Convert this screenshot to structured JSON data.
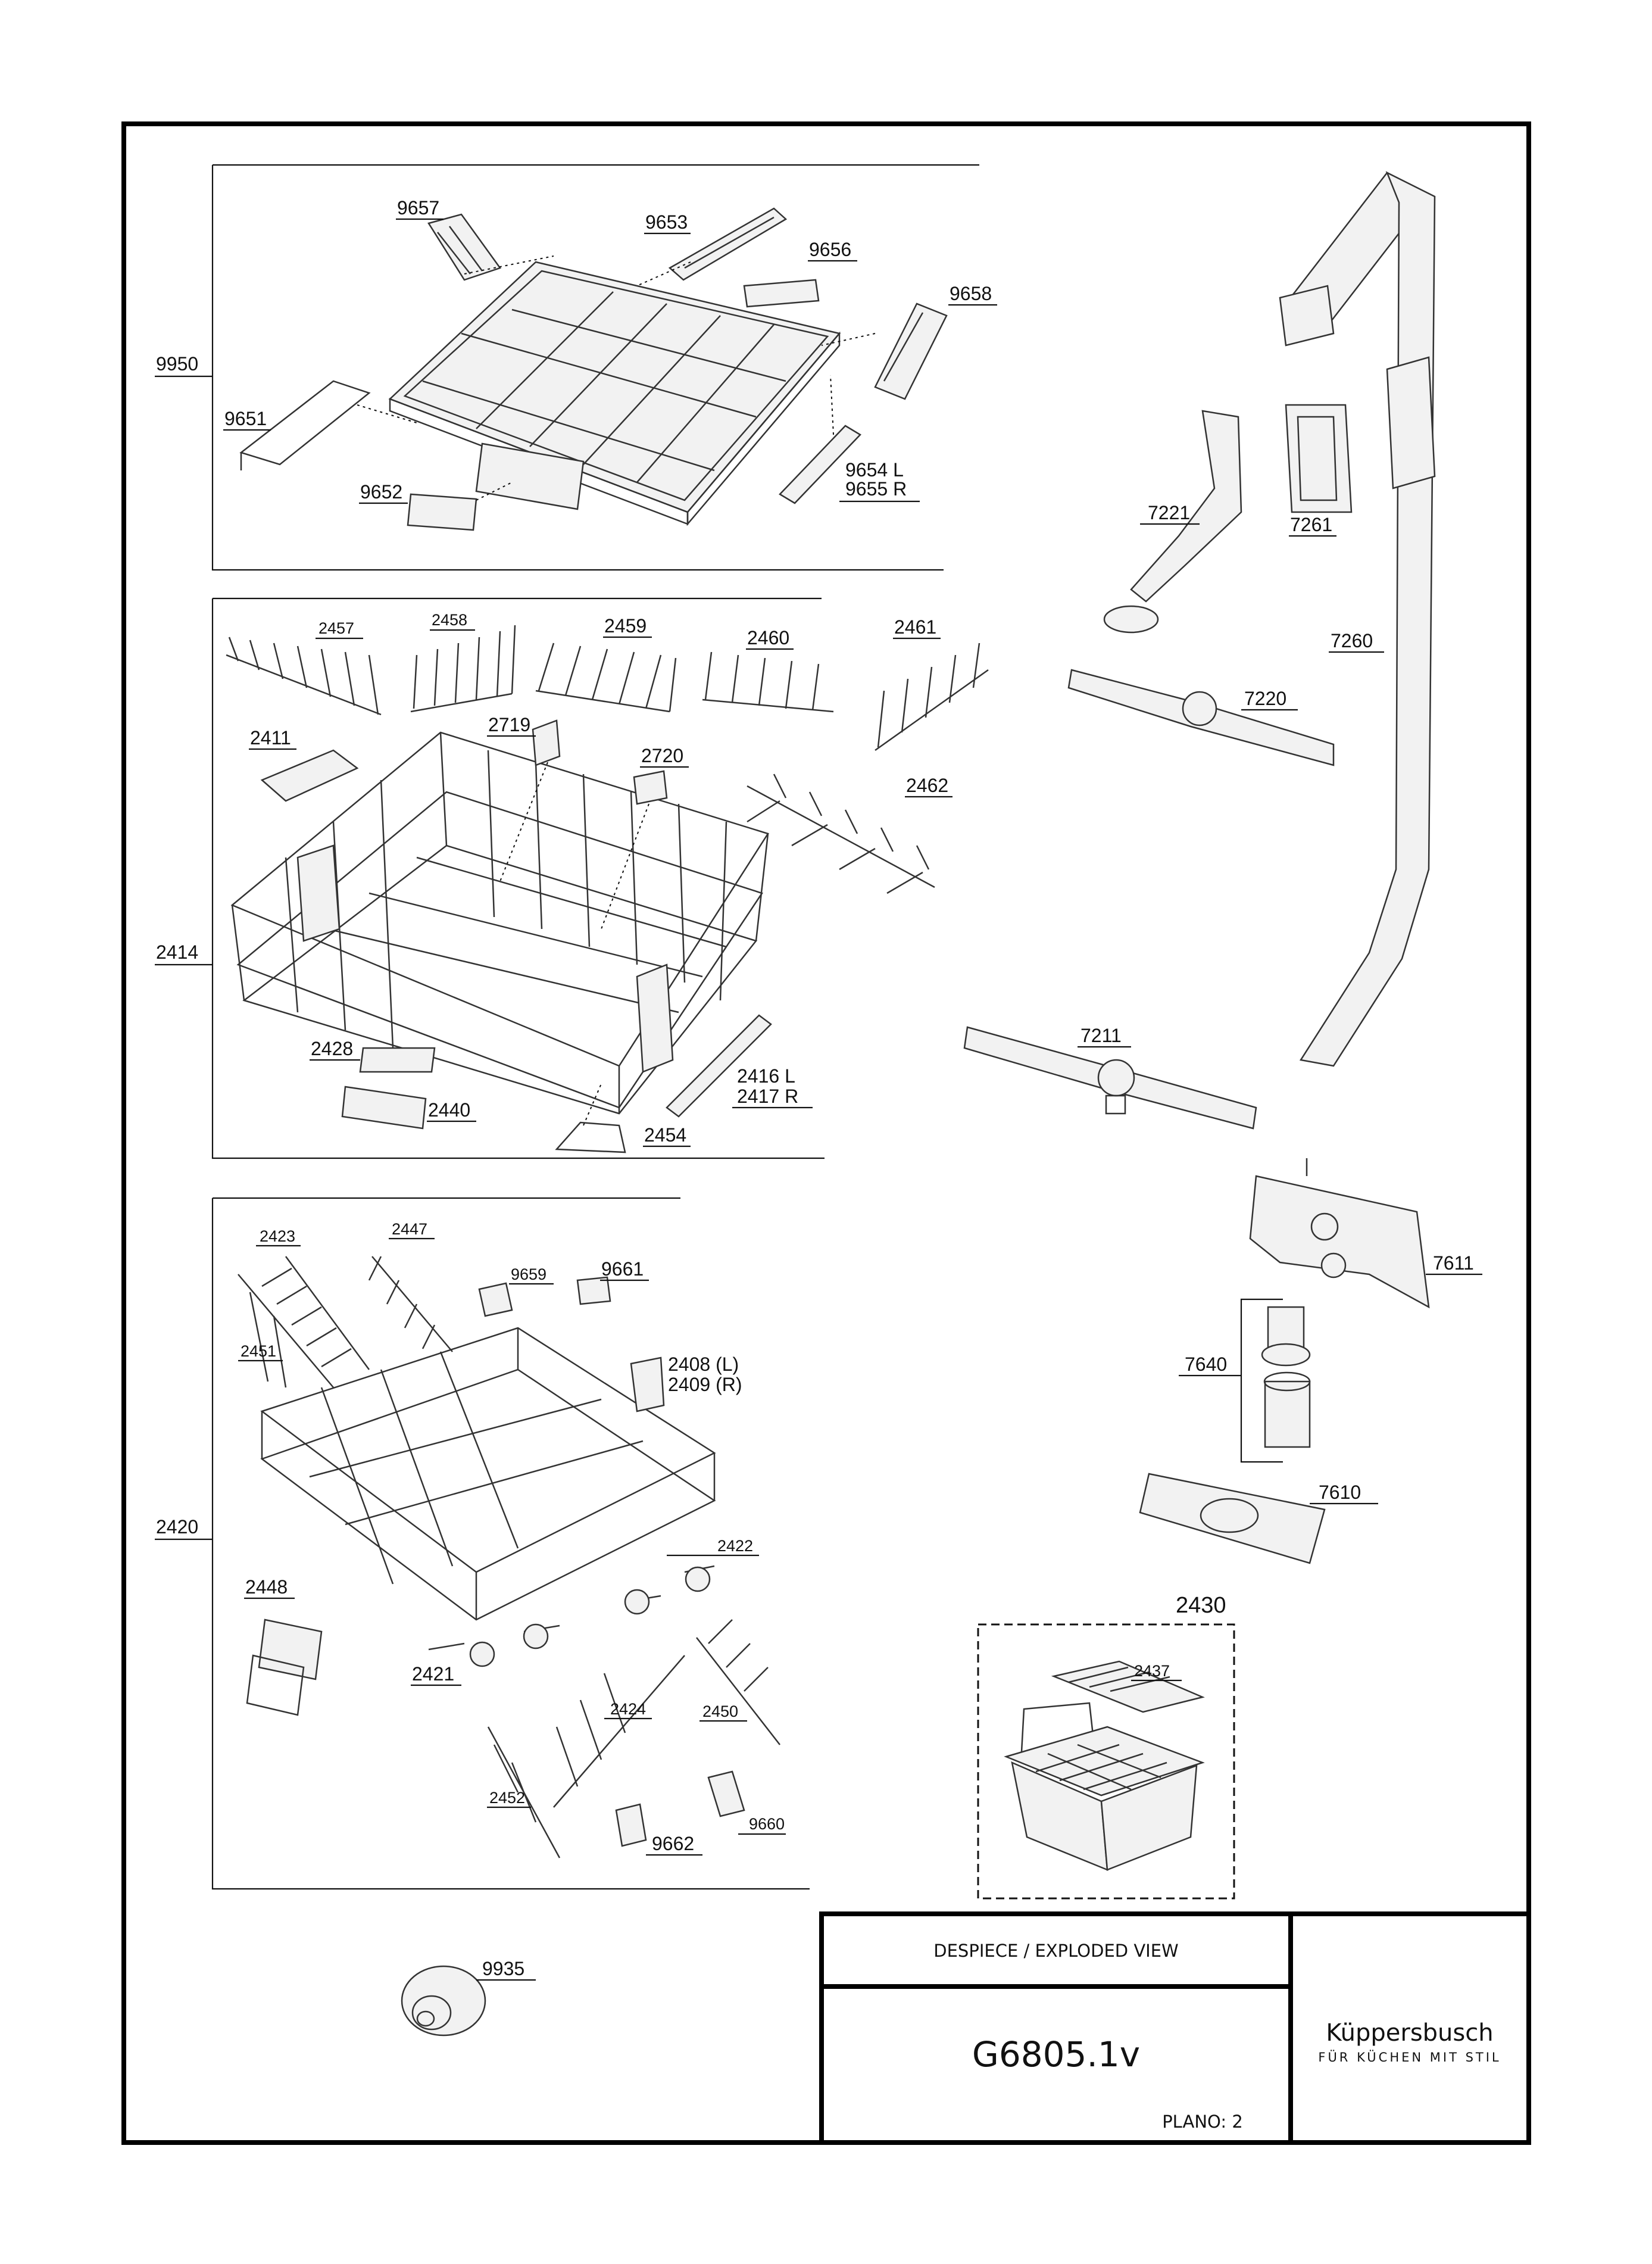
{
  "labels": {
    "9950": "9950",
    "9657": "9657",
    "9653": "9653",
    "9656": "9656",
    "9658": "9658",
    "9651": "9651",
    "9652": "9652",
    "9654": "9654 L",
    "9655": "9655 R",
    "7221": "7221",
    "7261": "7261",
    "7260": "7260",
    "7220": "7220",
    "7211": "7211",
    "2457": "2457",
    "2458": "2458",
    "2459": "2459",
    "2460": "2460",
    "2461": "2461",
    "2411": "2411",
    "2719": "2719",
    "2720": "2720",
    "2462": "2462",
    "2414": "2414",
    "2428": "2428",
    "2440": "2440",
    "2416": "2416 L",
    "2417": "2417 R",
    "2454": "2454",
    "2423": "2423",
    "2447": "2447",
    "9659": "9659",
    "9661": "9661",
    "2451": "2451",
    "2408": "2408 (L)",
    "2409": "2409 (R)",
    "2420": "2420",
    "2422": "2422",
    "2448": "2448",
    "2421": "2421",
    "2424": "2424",
    "2450": "2450",
    "2452": "2452",
    "9662": "9662",
    "9660": "9660",
    "9935": "9935",
    "7611": "7611",
    "7640": "7640",
    "7610": "7610",
    "2430": "2430",
    "2437": "2437"
  },
  "title_block": {
    "heading": "DESPIECE / EXPLODED VIEW",
    "model": "G6805.1v",
    "plan": "PLANO: 2",
    "brand": "Küppersbusch",
    "tagline": "FÜR KÜCHEN MIT STIL"
  }
}
